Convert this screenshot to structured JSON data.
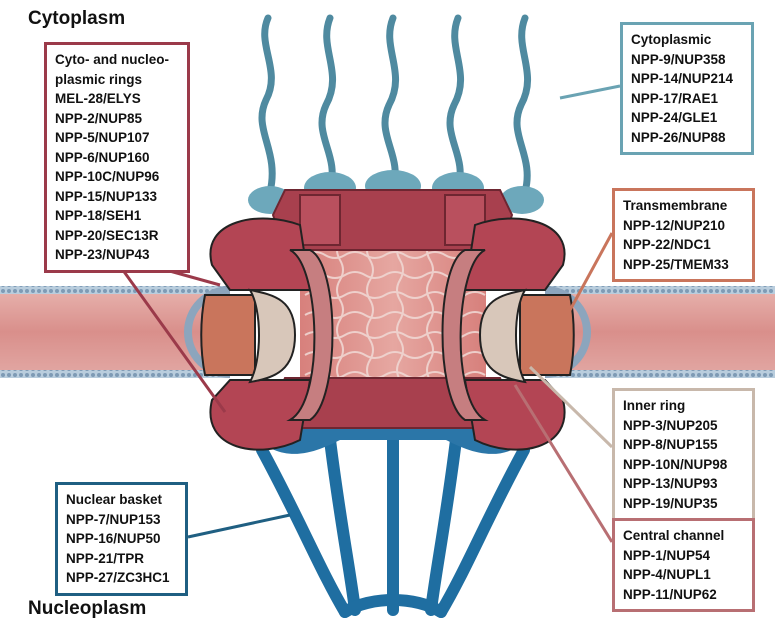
{
  "regions": {
    "top": "Cytoplasm",
    "bottom": "Nucleoplasm"
  },
  "boxes": {
    "rings": {
      "title": "Cyto- and nucleo-plasmic rings",
      "title_line1": "Cyto- and nucleo-",
      "title_line2": "plasmic rings",
      "items": [
        "MEL-28/ELYS",
        "NPP-2/NUP85",
        "NPP-5/NUP107",
        "NPP-6/NUP160",
        "NPP-10C/NUP96",
        "NPP-15/NUP133",
        "NPP-18/SEH1",
        "NPP-20/SEC13R",
        "NPP-23/NUP43"
      ],
      "color": "#9b3a4a"
    },
    "cytoplasmic": {
      "title": "Cytoplasmic",
      "items": [
        "NPP-9/NUP358",
        "NPP-14/NUP214",
        "NPP-17/RAE1",
        "NPP-24/GLE1",
        "NPP-26/NUP88"
      ],
      "color": "#6aa3b3"
    },
    "transmembrane": {
      "title": "Transmembrane",
      "items": [
        "NPP-12/NUP210",
        "NPP-22/NDC1",
        "NPP-25/TMEM33"
      ],
      "color": "#c9755c"
    },
    "inner_ring": {
      "title": "Inner ring",
      "items": [
        "NPP-3/NUP205",
        "NPP-8/NUP155",
        "NPP-10N/NUP98",
        "NPP-13/NUP93",
        "NPP-19/NUP35"
      ],
      "color": "#c8b8ab"
    },
    "central_channel": {
      "title": "Central channel",
      "items": [
        "NPP-1/NUP54",
        "NPP-4/NUPL1",
        "NPP-11/NUP62"
      ],
      "color": "#b86f73"
    },
    "basket": {
      "title": "Nuclear basket",
      "items": [
        "NPP-7/NUP153",
        "NPP-16/NUP50",
        "NPP-21/TPR",
        "NPP-27/ZC3HC1"
      ],
      "color": "#1f5f82"
    }
  }
}
